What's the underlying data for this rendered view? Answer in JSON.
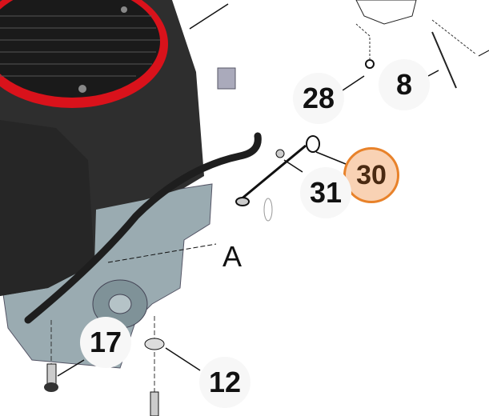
{
  "diagram": {
    "callouts": [
      {
        "label": "28"
      },
      {
        "label": "8"
      },
      {
        "label": "30",
        "highlighted": true
      },
      {
        "label": "31"
      },
      {
        "label": "17"
      },
      {
        "label": "12"
      }
    ],
    "reference_letter": "A",
    "colors": {
      "highlight_border": "#e8822a",
      "highlight_fill": "#f9d2b4",
      "engine_shroud": "#2b2b2b",
      "engine_block": "#8fa0a6",
      "accent_ring": "#d9121b"
    }
  }
}
